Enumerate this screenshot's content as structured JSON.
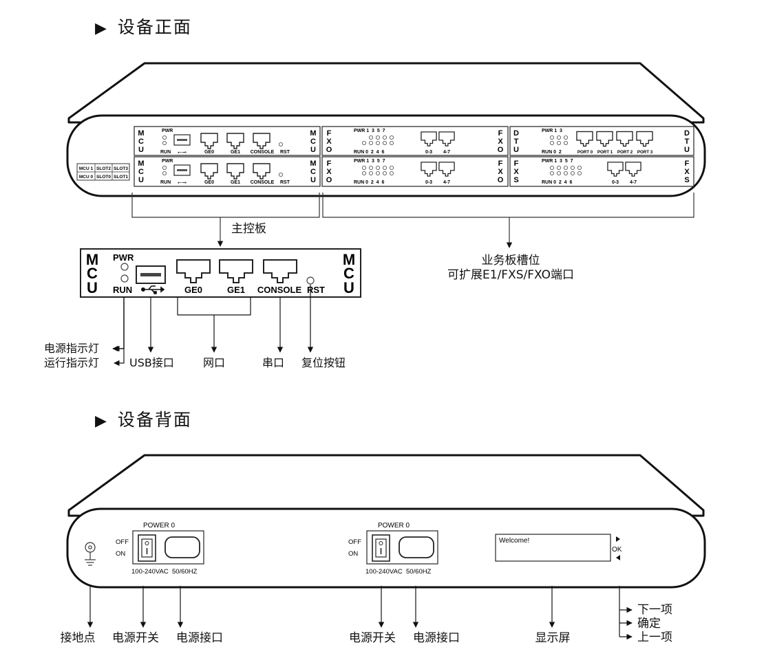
{
  "front": {
    "heading": "设备正面",
    "slot_labels": {
      "mcu1": "MCU 1",
      "slot2": "SLOT2",
      "slot3": "SLOT3",
      "mcu0": "MCU 0",
      "slot0": "SLOT0",
      "slot1": "SLOT1"
    },
    "board_mcu": {
      "letters": [
        "M",
        "C",
        "U"
      ],
      "pwr": "PWR",
      "run": "RUN",
      "ge0": "GE0",
      "ge1": "GE1",
      "console": "CONSOLE",
      "rst": "RST"
    },
    "board_fxo": {
      "letters": [
        "F",
        "X",
        "O"
      ],
      "pwr_row": "PWR 1  3  5  7",
      "run_row": "RUN 0  2  4  6",
      "port_a": "0-3",
      "port_b": "4-7"
    },
    "board_fxs": {
      "letters": [
        "F",
        "X",
        "S"
      ],
      "pwr_row": "PWR 1  3  5  7",
      "run_row": "RUN 0  2  4  6",
      "port_a": "0-3",
      "port_b": "4-7"
    },
    "board_dtu": {
      "letters": [
        "D",
        "T",
        "U"
      ],
      "pwr_row": "PWR 1  3",
      "run_row": "RUN 0  2",
      "ports": [
        "PORT 0",
        "PORT 1",
        "PORT 2",
        "PORT 3"
      ]
    },
    "callout_main": "主控板",
    "callout_service_1": "业务板槽位",
    "callout_service_2": "可扩展E1/FXS/FXO端口",
    "detail": {
      "letters": [
        "M",
        "C",
        "U"
      ],
      "pwr": "PWR",
      "run": "RUN",
      "ge0": "GE0",
      "ge1": "GE1",
      "console": "CONSOLE",
      "rst": "RST"
    },
    "labels": {
      "power_led": "电源指示灯",
      "run_led": "运行指示灯",
      "usb": "USB接口",
      "net": "网口",
      "serial": "串口",
      "reset": "复位按钮"
    }
  },
  "back": {
    "heading": "设备背面",
    "psu": {
      "title": "POWER 0",
      "off": "OFF",
      "on": "ON",
      "rating": "100-240VAC  50/60HZ"
    },
    "lcd_text": "Welcome!",
    "ok": "OK",
    "labels": {
      "ground": "接地点",
      "switch1": "电源开关",
      "socket1": "电源接口",
      "switch2": "电源开关",
      "socket2": "电源接口",
      "display": "显示屏",
      "next": "下一项",
      "confirm": "确定",
      "prev": "上一项"
    }
  }
}
